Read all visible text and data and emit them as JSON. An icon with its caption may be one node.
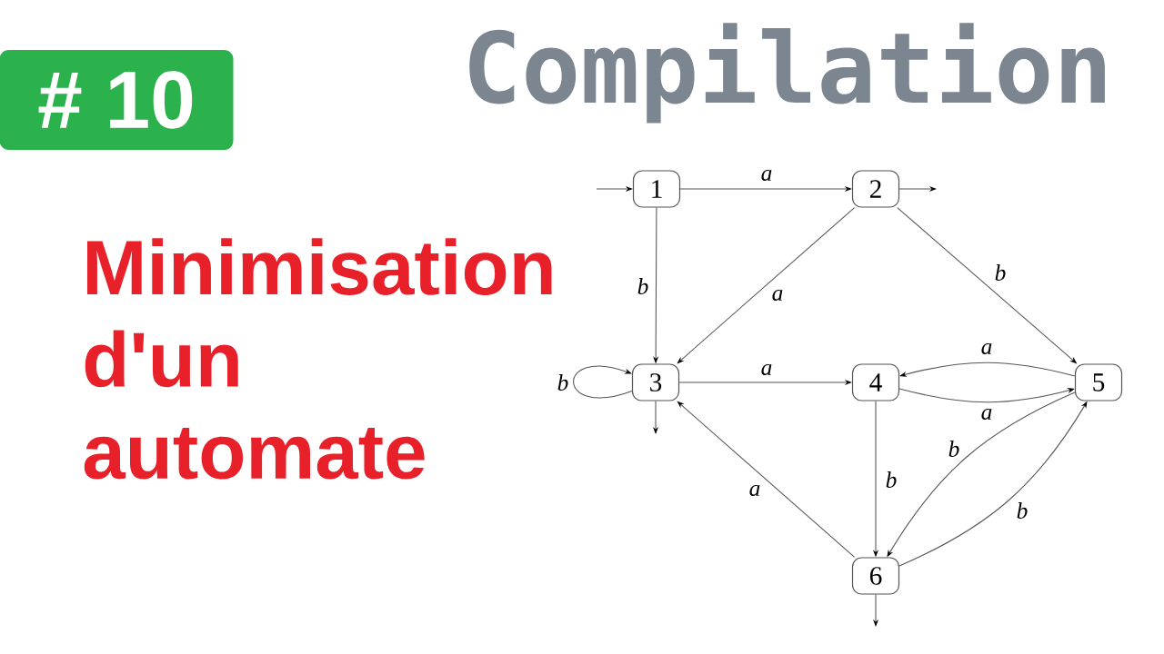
{
  "diagram": {
    "title": "Compilation",
    "nodes": [
      {
        "text": [
          "# 10"
        ]
      },
      {
        "text": [
          "1"
        ]
      },
      {
        "text": [
          "2"
        ]
      },
      {
        "text": [
          "3"
        ]
      },
      {
        "text": [
          "4"
        ]
      },
      {
        "text": [
          "5"
        ]
      },
      {
        "text": [
          "6"
        ]
      }
    ],
    "edges": [
      {
        "from": null,
        "to": 1,
        "arrow": "to"
      },
      {
        "from": 1,
        "to": 2,
        "label": "a",
        "arrow": "to"
      },
      {
        "from": 2,
        "to": null,
        "arrow": "to"
      },
      {
        "from": 1,
        "to": 3,
        "label": "b",
        "arrow": "to"
      },
      {
        "from": 2,
        "to": 3,
        "label": "a",
        "arrow": "to"
      },
      {
        "from": 2,
        "to": 5,
        "label": "b",
        "arrow": "to"
      },
      {
        "from": 3,
        "to": 3,
        "label": "b",
        "arrow": "to"
      },
      {
        "from": 3,
        "to": null,
        "arrow": "to"
      },
      {
        "from": 3,
        "to": 4,
        "label": "a",
        "arrow": "to"
      },
      {
        "from": 5,
        "to": 4,
        "label": "a",
        "arrow": "to"
      },
      {
        "from": 4,
        "to": 5,
        "label": "a",
        "arrow": "to"
      },
      {
        "from": 4,
        "to": 6,
        "label": "b",
        "arrow": "to"
      },
      {
        "from": 5,
        "to": 6,
        "label": "b",
        "arrow": "to"
      },
      {
        "from": 6,
        "to": 5,
        "label": "b",
        "arrow": "to"
      },
      {
        "from": 6,
        "to": 3,
        "label": "a",
        "arrow": "to"
      },
      {
        "from": 6,
        "to": null,
        "arrow": "to"
      }
    ],
    "labels": [
      "Minimisation d'un automate"
    ]
  }
}
